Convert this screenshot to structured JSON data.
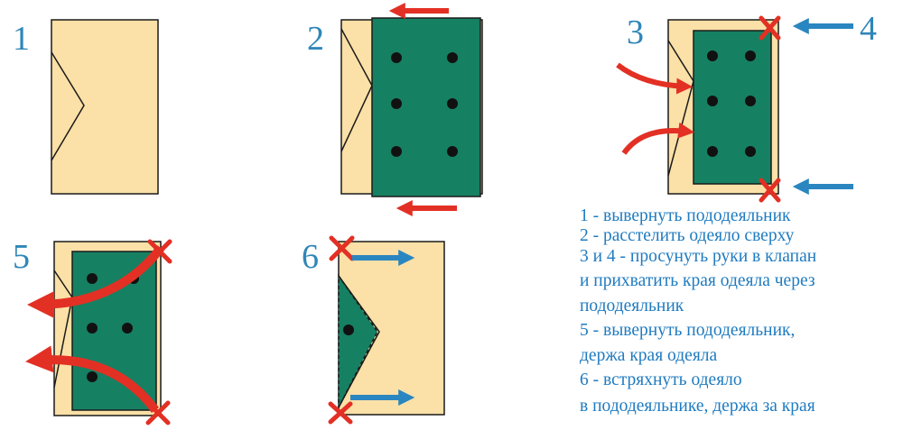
{
  "steps": {
    "s1": "1",
    "s2": "2",
    "s3": "3",
    "s4": "4",
    "s5": "5",
    "s6": "6"
  },
  "legend": [
    "1 - вывернуть пододеяльник",
    "2 - расстелить одеяло сверху",
    "3 и 4 - просунуть руки в клапан",
    "и прихватить края одеяла через",
    "пододеяльник",
    "5 - вывернуть пододеяльник,",
    "держа края одеяла",
    "6 - встряхнуть одеяло",
    "в пододеяльнике, держа за края"
  ],
  "colors": {
    "duvet_cover": "#fbe0a7",
    "blanket": "#168062",
    "outline": "#1a1a1a",
    "red_arrow": "#e33024",
    "blue_arrow": "#2a86c0",
    "number": "#2f86b8",
    "legend_text": "#1f7bc0"
  }
}
